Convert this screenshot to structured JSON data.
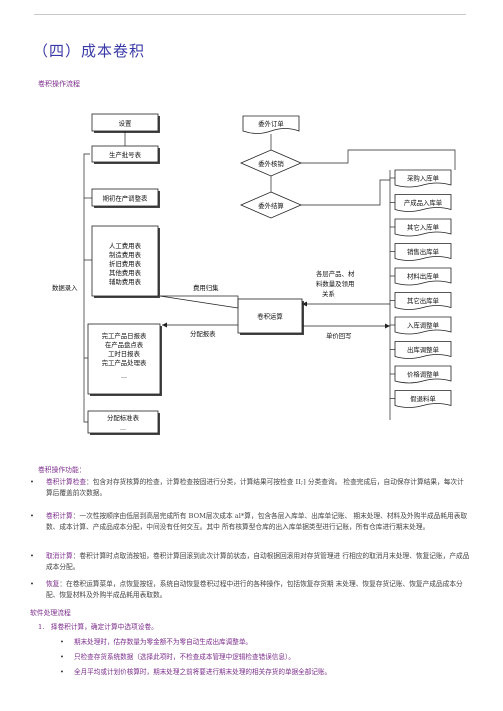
{
  "title": "（四）成本卷积",
  "flow_title": "卷积操作流程",
  "diagram": {
    "left_boxes": [
      "设置",
      "生产批号表",
      "期初在产调整表"
    ],
    "cost_tables": [
      "人工费用表",
      "制造费用表",
      "折旧费用表",
      "其他费用表",
      "辅助费用表"
    ],
    "daily_tables": [
      "完工产品日报表",
      "在产品盘点表",
      "工时日报表",
      "完工产品处理表",
      "..."
    ],
    "alloc_table": [
      "分配标准表",
      "..."
    ],
    "data_entry": "数据录入",
    "fee_collect": "费用归集",
    "center": "卷积运算",
    "alloc_report": "分配报表",
    "materials_label": [
      "各层产品、材",
      "料数量及领用",
      "关系"
    ],
    "unit_price": "单价回写",
    "outsource": [
      "委外订单",
      "委外核销",
      "委外结算"
    ],
    "right_docs": [
      "采购入库单",
      "产成品入库单",
      "其它入库单",
      "销售出库单",
      "材料出库单",
      "其它出库单",
      "入库调整单",
      "出库调整单",
      "价格调整单",
      "假退料单"
    ]
  },
  "functions_title": "卷积操作功能：",
  "bullets": [
    {
      "kw": "卷积计算检查",
      "text": "：包含对存货核算的检查，计算检查按固进行分类，计算结果可按检查 II;] 分类查询。 检查完成后，自动保存计算结果，每次计算后覆盖前次数据。"
    },
    {
      "kw": "卷积计算",
      "text": "：一次性按顺序由低层到高层完成所有 BOM层次成本 al*算，包含各层入库单、出库单记账、 期末处理、材料及外购半成品耗用表取数、成本计算、产成品成本分配，中间没有任何交互。其中 所有核算型仓库的出入库单据类型进行记账，所有仓库进行期末处理。"
    },
    {
      "kw": "取消计算",
      "text": "：卷积计算时点取消按钮，卷积计算回滚到此次计算前状态，自动根据回滚用对存货管理进 行相应的取消月末处理、恢复记账，产成品成本分配。"
    },
    {
      "kw": "恢复",
      "text": "：在卷积运算菜单，点恢复按钮，系统自动恢复卷积过程中进行的各种操作，包括恢复存货期 末处理、恢复存货记账、恢复产成品成本分配、恢复材料及外购半成品耗用表取数。"
    }
  ],
  "process_title": "软件处理流程",
  "step1_num": "1.",
  "step1": "择卷积计算，确定计算中选项设卷。",
  "sub_bullets": [
    "期末处理时，估存数量为零金额不为零自动生成出库调整单。",
    "只检查存货系统数据（选择此项时，不检查成本管理中逻辑检查错误信息）。",
    "全月平均或计划价核算时，期末处理之前将要进行期末处理的相关存货的单据全部记账。"
  ]
}
